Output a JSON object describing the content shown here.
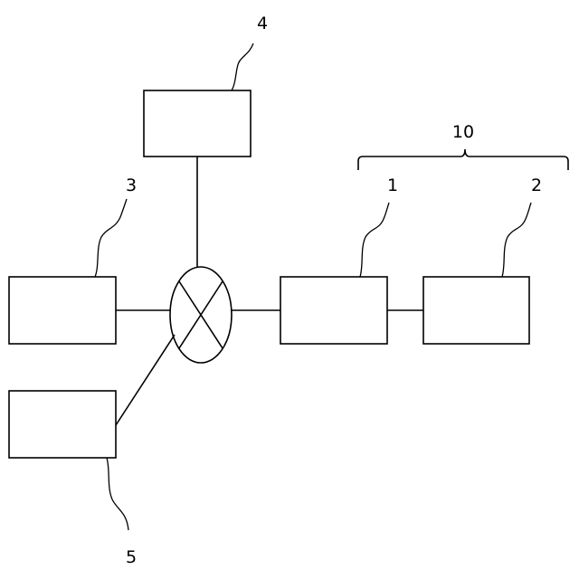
{
  "diagram": {
    "labels": {
      "block_1": "1",
      "block_2": "2",
      "block_3": "3",
      "block_4": "4",
      "block_5": "5",
      "group_10": "10"
    },
    "colors": {
      "stroke": "#000000",
      "fill": "#ffffff",
      "background": "#ffffff"
    },
    "junction_symbol": "crossed-circle"
  }
}
